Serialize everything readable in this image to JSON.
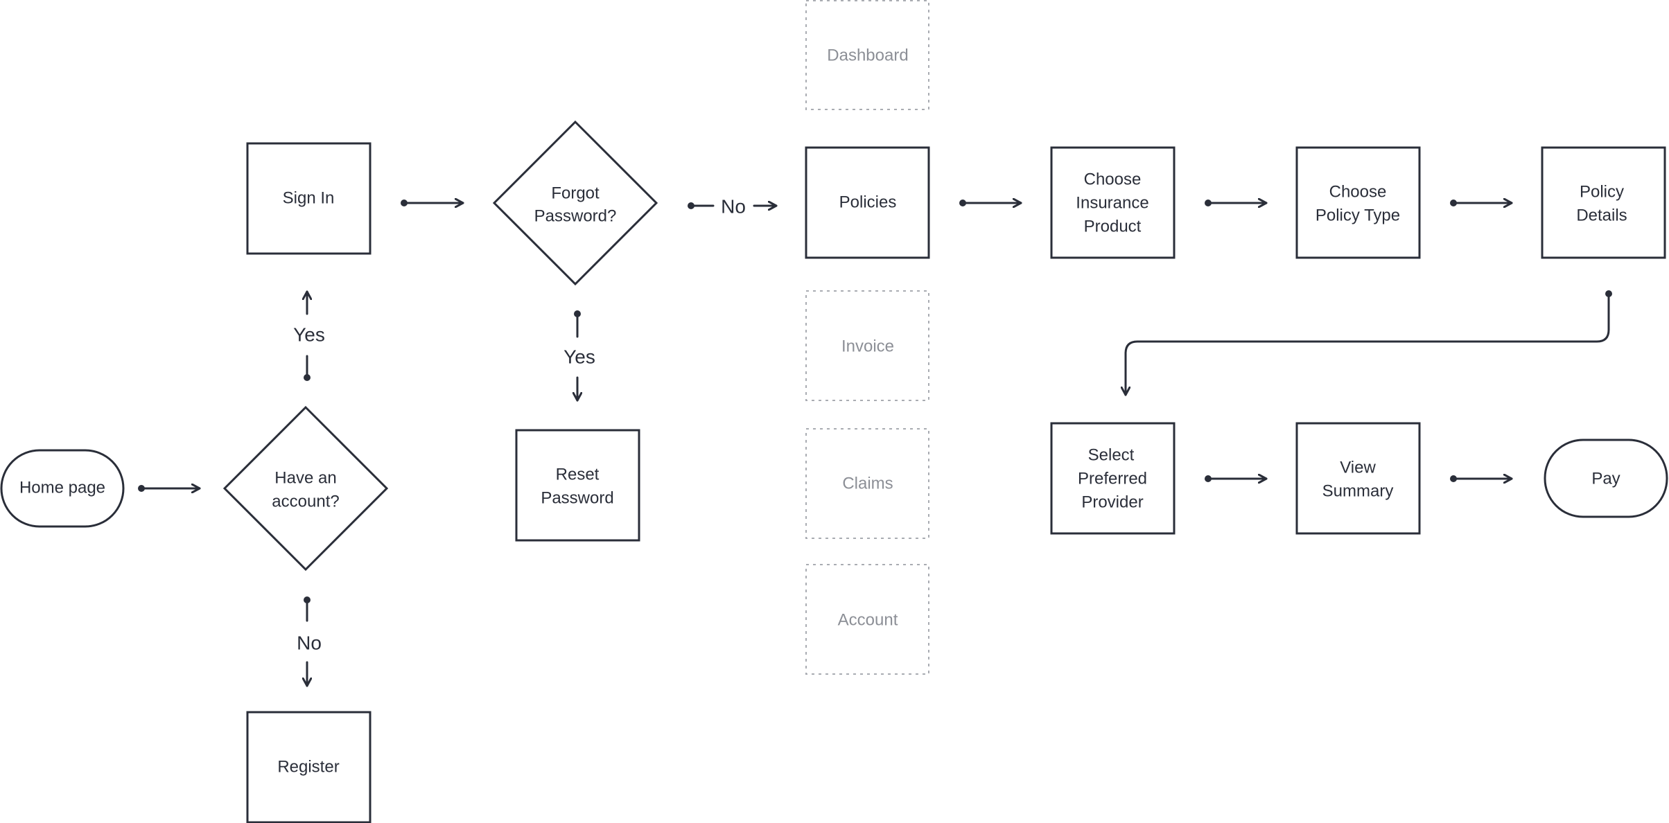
{
  "nodes": {
    "home_page": "Home page",
    "have_account": [
      "Have an",
      "account?"
    ],
    "sign_in": "Sign In",
    "register": "Register",
    "forgot_password": [
      "Forgot",
      "Password?"
    ],
    "reset_password": [
      "Reset",
      "Password"
    ],
    "dashboard": "Dashboard",
    "policies": "Policies",
    "invoice": "Invoice",
    "claims": "Claims",
    "account": "Account",
    "choose_insurance_product": [
      "Choose",
      "Insurance",
      "Product"
    ],
    "choose_policy_type": [
      "Choose",
      "Policy Type"
    ],
    "policy_details": [
      "Policy",
      "Details"
    ],
    "select_preferred_provider": [
      "Select",
      "Preferred",
      "Provider"
    ],
    "view_summary": [
      "View",
      "Summary"
    ],
    "pay": "Pay"
  },
  "edge_labels": {
    "account_yes": "Yes",
    "account_no": "No",
    "forgot_yes": "Yes",
    "forgot_no": "No"
  },
  "colors": {
    "stroke": "#2a2e39",
    "muted": "#a9acb2",
    "background": "#ffffff"
  }
}
